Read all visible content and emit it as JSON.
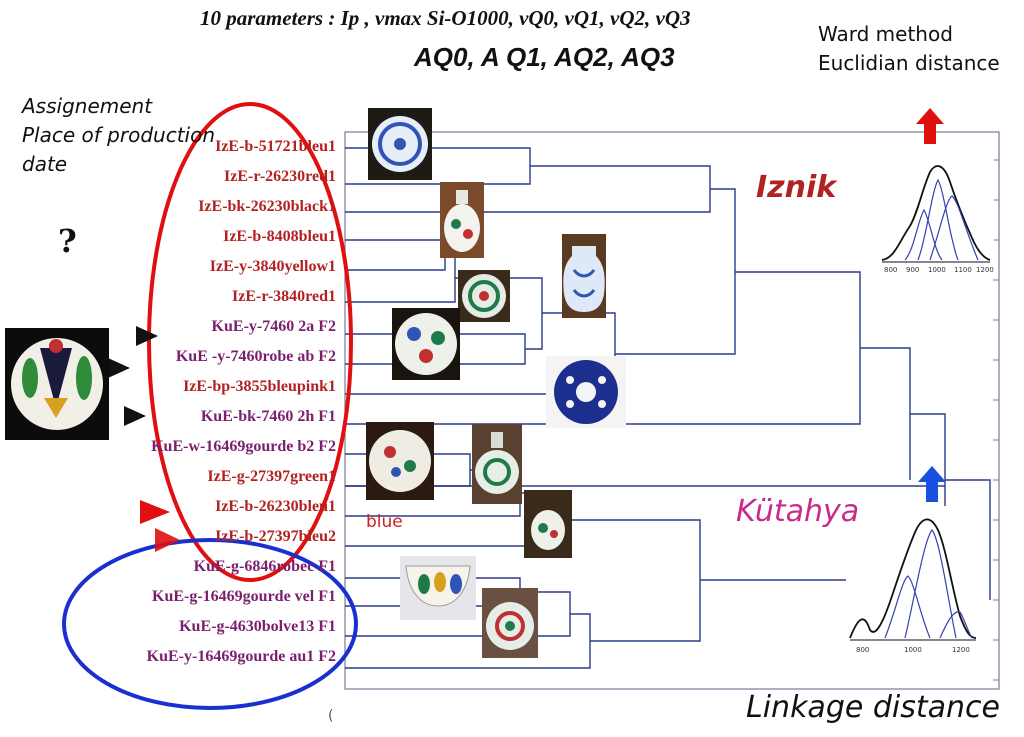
{
  "header": {
    "line1": "10 parameters : Ip , vmax Si-O1000, vQ0, vQ1, vQ2, vQ3",
    "line2": "AQ0, A Q1, AQ2, AQ3"
  },
  "method": {
    "line1": "Ward method",
    "line2": "Euclidian distance"
  },
  "assignment": {
    "line1": "Assignement",
    "line2": "Place of production",
    "line3": "date"
  },
  "question_mark": "?",
  "groups": {
    "iznik": "Iznik",
    "kutahya": "Kütahya"
  },
  "annotation_blue": "blue",
  "axis_label": "Linkage distance",
  "axis_tick": "(",
  "spectrum_ticks": {
    "iznik": [
      "800",
      "900",
      "1000",
      "1100",
      "1200"
    ],
    "kutahya": [
      "800",
      "1000",
      "1200"
    ]
  },
  "colors": {
    "iznik_text": "#b22222",
    "kutahya_text": "#7a1f6e",
    "tree": "#2b3a8a",
    "red_ellipse": "#e01010",
    "blue_ellipse": "#1a2fd0"
  },
  "samples": [
    {
      "label": "IzE-b-51721bleu1",
      "group": "iznik"
    },
    {
      "label": "IzE-r-26230red1",
      "group": "iznik"
    },
    {
      "label": "IzE-bk-26230black1",
      "group": "iznik"
    },
    {
      "label": "IzE-b-8408bleu1",
      "group": "iznik"
    },
    {
      "label": "IzE-y-3840yellow1",
      "group": "iznik"
    },
    {
      "label": "IzE-r-3840red1",
      "group": "iznik"
    },
    {
      "label": "KuE-y-7460 2a F2",
      "group": "kutahya"
    },
    {
      "label": "KuE -y-7460robe ab F2",
      "group": "kutahya"
    },
    {
      "label": "IzE-bp-3855bleupink1",
      "group": "iznik"
    },
    {
      "label": "KuE-bk-7460 2h F1",
      "group": "kutahya"
    },
    {
      "label": "KuE-w-16469gourde b2 F2",
      "group": "kutahya"
    },
    {
      "label": "IzE-g-27397green1",
      "group": "iznik"
    },
    {
      "label": "IzE-b-26230bleu1",
      "group": "iznik"
    },
    {
      "label": "IzE-b-27397bleu2",
      "group": "iznik"
    },
    {
      "label": "KuE-g-6846robec F1",
      "group": "kutahya"
    },
    {
      "label": "KuE-g-16469gourde vel F1",
      "group": "kutahya"
    },
    {
      "label": "KuE-g-4630bolve13 F1",
      "group": "kutahya"
    },
    {
      "label": "KuE-y-16469gourde au1 F2",
      "group": "kutahya"
    }
  ]
}
